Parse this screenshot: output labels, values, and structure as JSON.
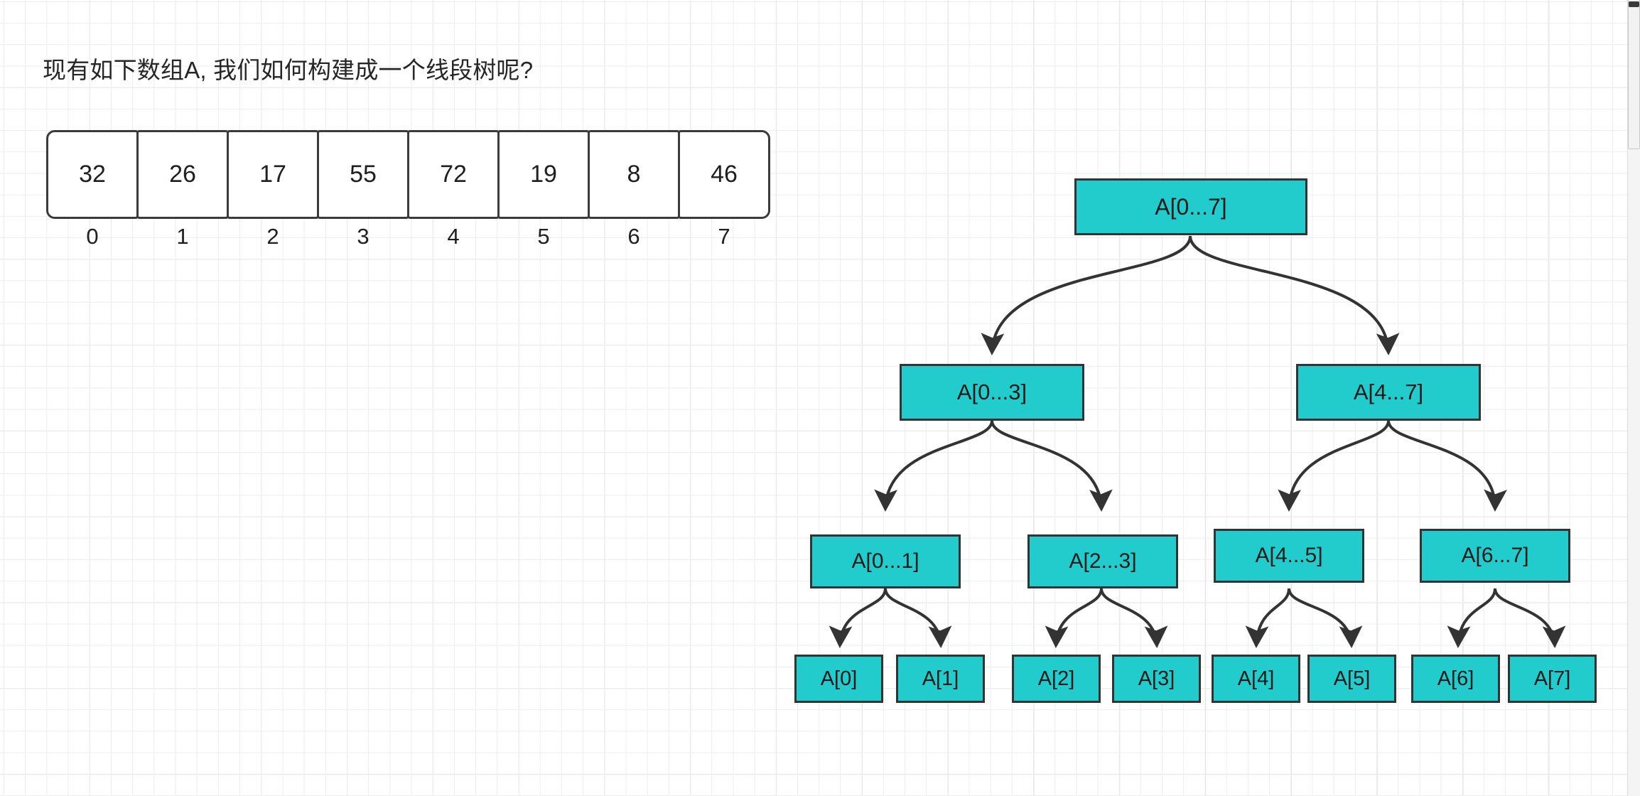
{
  "title": "现有如下数组A, 我们如何构建成一个线段树呢?",
  "array": {
    "name": "A",
    "values": [
      "32",
      "26",
      "17",
      "55",
      "72",
      "19",
      "8",
      "46"
    ],
    "indices": [
      "0",
      "1",
      "2",
      "3",
      "4",
      "5",
      "6",
      "7"
    ]
  },
  "tree": {
    "root": {
      "label": "A[0...7]"
    },
    "level1": [
      {
        "label": "A[0...3]"
      },
      {
        "label": "A[4...7]"
      }
    ],
    "level2": [
      {
        "label": "A[0...1]"
      },
      {
        "label": "A[2...3]"
      },
      {
        "label": "A[4...5]"
      },
      {
        "label": "A[6...7]"
      }
    ],
    "leaves": [
      {
        "label": "A[0]"
      },
      {
        "label": "A[1]"
      },
      {
        "label": "A[2]"
      },
      {
        "label": "A[3]"
      },
      {
        "label": "A[4]"
      },
      {
        "label": "A[5]"
      },
      {
        "label": "A[6]"
      },
      {
        "label": "A[7]"
      }
    ]
  },
  "colors": {
    "node_fill": "#22cccc",
    "node_border": "#333333",
    "edge": "#333333",
    "cell_border": "#3b3b3b",
    "text": "#1f1f1f",
    "grid_minor": "#ededed",
    "grid_major": "#e0e0e0"
  }
}
